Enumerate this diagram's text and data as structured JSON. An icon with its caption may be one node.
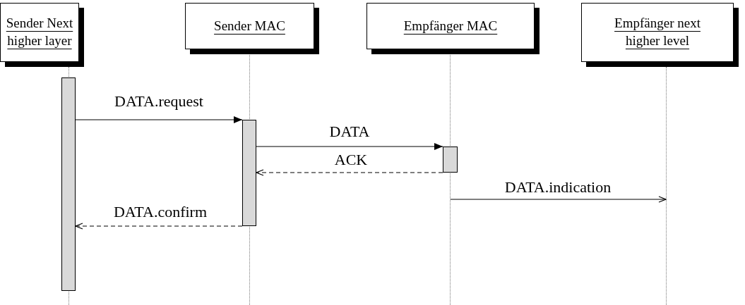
{
  "diagram": {
    "nodes": [
      {
        "text": [
          "Sender Next higher layer"
        ]
      },
      {
        "text": [
          "Sender MAC"
        ]
      },
      {
        "text": [
          "Empfänger MAC"
        ]
      },
      {
        "text": [
          "Empfänger next higher level"
        ]
      },
      {
        "text": [],
        "shape": "line"
      },
      {
        "text": [],
        "shape": "line"
      },
      {
        "text": [],
        "shape": "line"
      },
      {
        "text": [],
        "shape": "line"
      },
      {
        "text": [],
        "shape": "bar"
      },
      {
        "text": [],
        "shape": "bar"
      },
      {
        "text": [],
        "shape": "bar"
      }
    ],
    "edges": [
      {
        "from": 8,
        "to": 9,
        "arrow": "to",
        "label": "DATA.request"
      },
      {
        "from": 9,
        "to": 10,
        "arrow": "to",
        "label": "DATA"
      },
      {
        "from": 10,
        "to": 9,
        "arrow": "to",
        "label": "ACK",
        "style": "dashed"
      },
      {
        "from": 6,
        "to": 7,
        "arrow": "to",
        "label": "DATA.indication"
      },
      {
        "from": 9,
        "to": 8,
        "arrow": "to",
        "label": "DATA.confirm",
        "style": "dashed"
      }
    ]
  }
}
